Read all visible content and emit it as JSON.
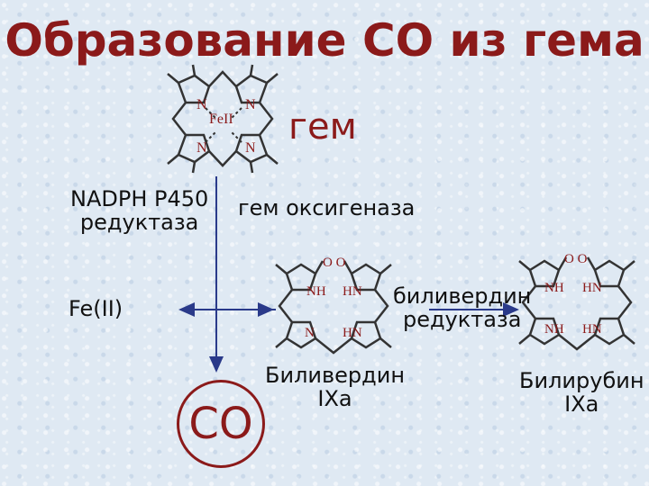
{
  "title": "Образование CO из гема",
  "heme": {
    "label": "гем",
    "atom_n": "N",
    "metal": "FeII"
  },
  "enzymes": {
    "reductase_line1": "NADPH P450",
    "reductase_line2": "редуктаза",
    "oxygenase": "гем оксигеназа",
    "bv_reductase_line1": "биливердин",
    "bv_reductase_line2": "редуктаза"
  },
  "products": {
    "fe": "Fe(II)",
    "co": "CO",
    "biliverdin_line1": "Биливердин",
    "biliverdin_line2": "IXa",
    "bilirubin_line1": "Билирубин",
    "bilirubin_line2": "IXa"
  },
  "tetrapyrrole_atoms": {
    "oxygen_pair": "O O",
    "nh": "NH",
    "hn": "HN",
    "n": "N"
  },
  "colors": {
    "accent": "#8b1a1a",
    "bond": "#333333",
    "arrow": "#2a3a8a"
  }
}
